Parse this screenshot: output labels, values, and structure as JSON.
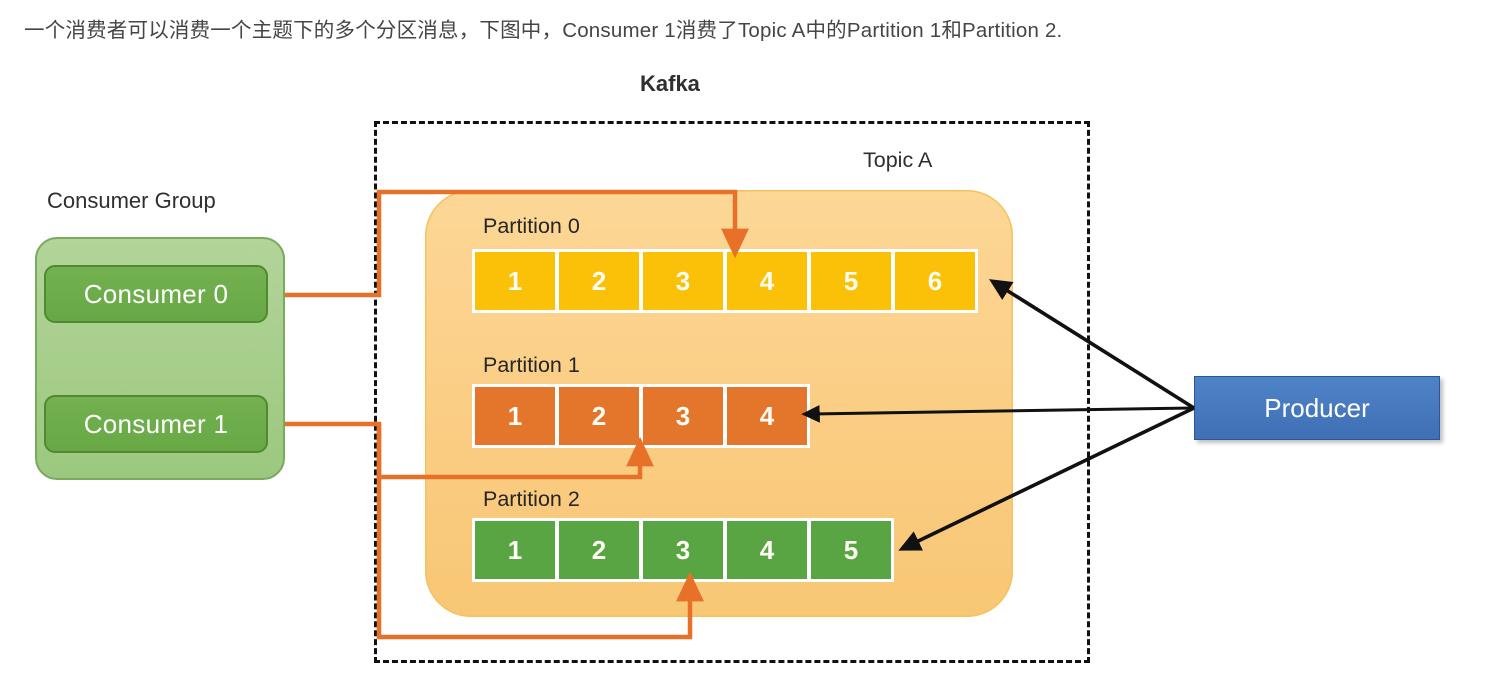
{
  "caption": "一个消费者可以消费一个主题下的多个分区消息，下图中，Consumer 1消费了Topic A中的Partition 1和Partition 2.",
  "kafka": {
    "title": "Kafka",
    "topic": {
      "label": "Topic A",
      "partitions": [
        {
          "label": "Partition 0",
          "color": "#fbc108",
          "color_name": "yellow",
          "messages": [
            "1",
            "2",
            "3",
            "4",
            "5",
            "6"
          ]
        },
        {
          "label": "Partition 1",
          "color": "#e4762c",
          "color_name": "orange",
          "messages": [
            "1",
            "2",
            "3",
            "4"
          ]
        },
        {
          "label": "Partition 2",
          "color": "#5aa543",
          "color_name": "green",
          "messages": [
            "1",
            "2",
            "3",
            "4",
            "5"
          ]
        }
      ]
    }
  },
  "consumer_group": {
    "title": "Consumer Group",
    "box_color": "#a5cd89",
    "consumers": [
      {
        "label": "Consumer 0",
        "consumes": [
          "Partition 0"
        ]
      },
      {
        "label": "Consumer 1",
        "consumes": [
          "Partition 1",
          "Partition 2"
        ]
      }
    ]
  },
  "producer": {
    "label": "Producer",
    "color": "#3f6fb5",
    "produces_to": [
      "Partition 0",
      "Partition 1",
      "Partition 2"
    ]
  },
  "colors": {
    "consume_arrow": "#e8712a",
    "produce_arrow": "#111111",
    "boundary": "#111111",
    "topic_fill": "#fbcd84"
  }
}
